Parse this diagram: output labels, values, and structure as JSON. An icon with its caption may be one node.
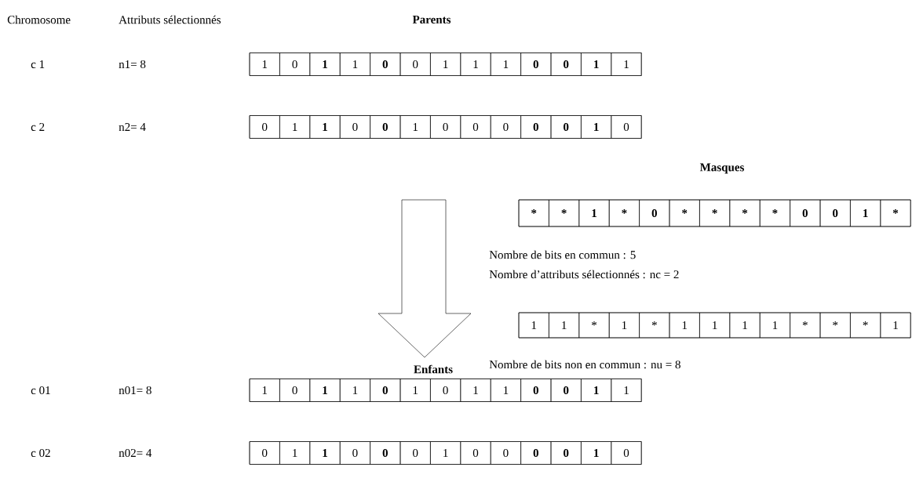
{
  "diagram": {
    "nodes": [
      {
        "text": [
          "1",
          "0",
          "**1**",
          "1",
          "**0**",
          "0",
          "1",
          "1",
          "1",
          "**0**",
          "**0**",
          "**1**",
          "1"
        ]
      },
      {
        "text": [
          "0",
          "1",
          "**1**",
          "0",
          "**0**",
          "1",
          "0",
          "0",
          "0",
          "**0**",
          "**0**",
          "**1**",
          "0"
        ]
      },
      {
        "text": [
          "*",
          "*",
          "1",
          "*",
          "0",
          "*",
          "*",
          "*",
          "*",
          "0",
          "0",
          "1",
          "*"
        ]
      },
      {
        "text": [
          "1",
          "1",
          "*",
          "1",
          "*",
          "1",
          "1",
          "1",
          "1",
          "*",
          "*",
          "*",
          "1"
        ]
      },
      {
        "text": [
          "1",
          "0",
          "**1**",
          "1",
          "**0**",
          "1",
          "0",
          "1",
          "1",
          "**0**",
          "**0**",
          "**1**",
          "1"
        ]
      },
      {
        "text": [
          "0",
          "1",
          "**1**",
          "0",
          "**0**",
          "0",
          "1",
          "0",
          "0",
          "**0**",
          "**0**",
          "**1**",
          "0"
        ]
      }
    ],
    "labels": [
      "Chromosome",
      "Attributs sélectionnés",
      "Parents",
      "c 1",
      "n1= 8",
      "c 2",
      "n2= 4",
      "Masques",
      "Nombre de bits en commun : 5",
      "Nombre d’attributs sélectionnés : nc = 2",
      "Enfants",
      "Nombre de bits non en commun : nu = 8",
      "c 01",
      "n01= 8",
      "c 02",
      "n02= 4"
    ]
  }
}
